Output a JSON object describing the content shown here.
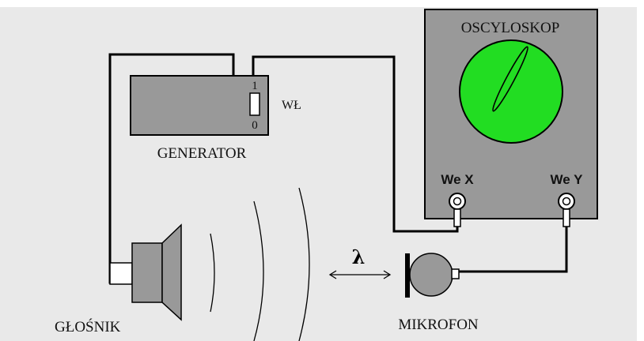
{
  "labels": {
    "oscilloscope": "OSCYLOSKOP",
    "generator": "GENERATOR",
    "switch_label": "WŁ",
    "switch_on": "1",
    "switch_off": "0",
    "input_x": "We X",
    "input_y": "We Y",
    "speaker": "GŁOŚNIK",
    "microphone": "MIKROFON",
    "wavelength": "λ"
  },
  "colors": {
    "background": "#e9e9e9",
    "frame": "#ffffff",
    "device_gray": "#999999",
    "screen_green": "#22dd22",
    "wire": "#000000"
  }
}
